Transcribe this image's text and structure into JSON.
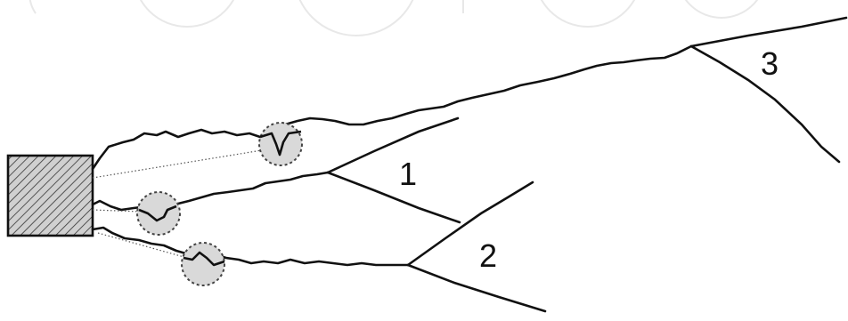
{
  "labels": {
    "crack_1": "1",
    "crack_2": "2",
    "crack_3": "3"
  },
  "colors": {
    "line": "#111111",
    "zone_fill": "#d9d9d9",
    "block_fill": "#d0d0d0"
  }
}
